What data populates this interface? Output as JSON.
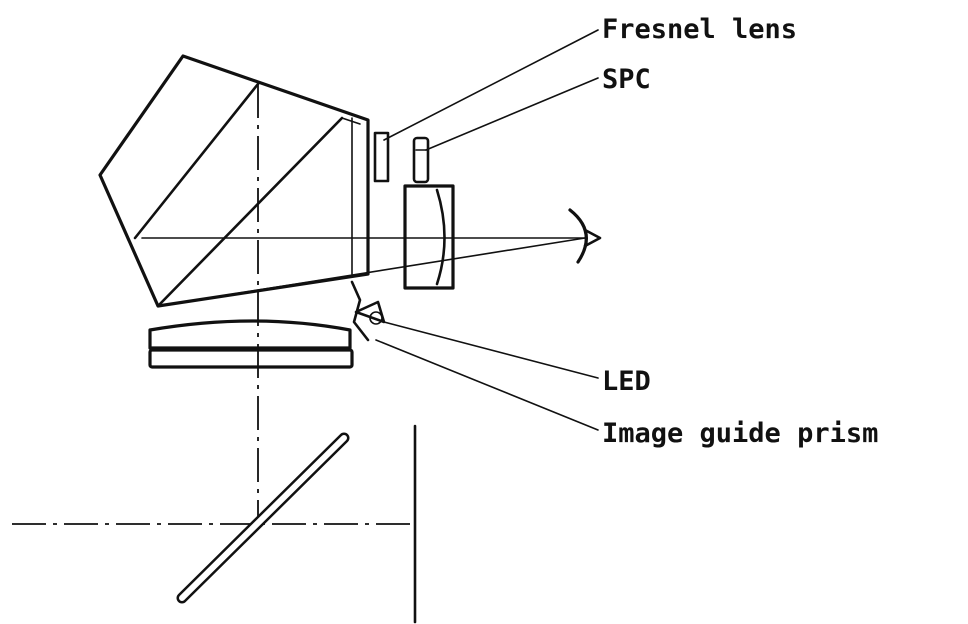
{
  "labels": {
    "fresnel_lens": "Fresnel lens",
    "spc": "SPC",
    "led": "LED",
    "image_guide_prism": "Image guide prism"
  },
  "colors": {
    "ink": "#111111",
    "background": "#ffffff"
  }
}
